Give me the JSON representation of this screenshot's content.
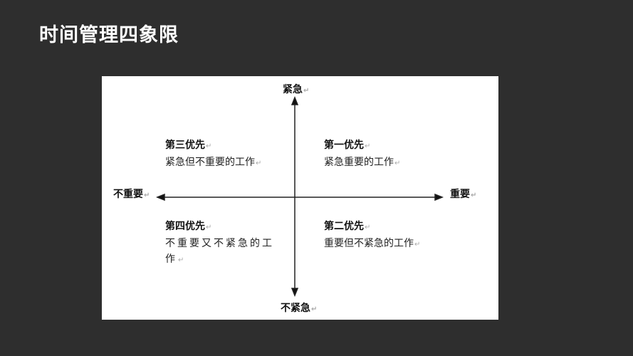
{
  "slide": {
    "title": "时间管理四象限",
    "background_color": "#2e2e2e",
    "panel_color": "#ffffff"
  },
  "axes": {
    "top": "紧急",
    "bottom": "不紧急",
    "left": "不重要",
    "right": "重要",
    "return_mark": "↵"
  },
  "quadrants": {
    "q1": {
      "head": "第一优先",
      "desc": "紧急重要的工作"
    },
    "q2": {
      "head": "第二优先",
      "desc": "重要但不紧急的工作"
    },
    "q3": {
      "head": "第三优先",
      "desc": "紧急但不重要的工作"
    },
    "q4": {
      "head": "第四优先",
      "desc": "不重要又不紧急的工作"
    }
  }
}
